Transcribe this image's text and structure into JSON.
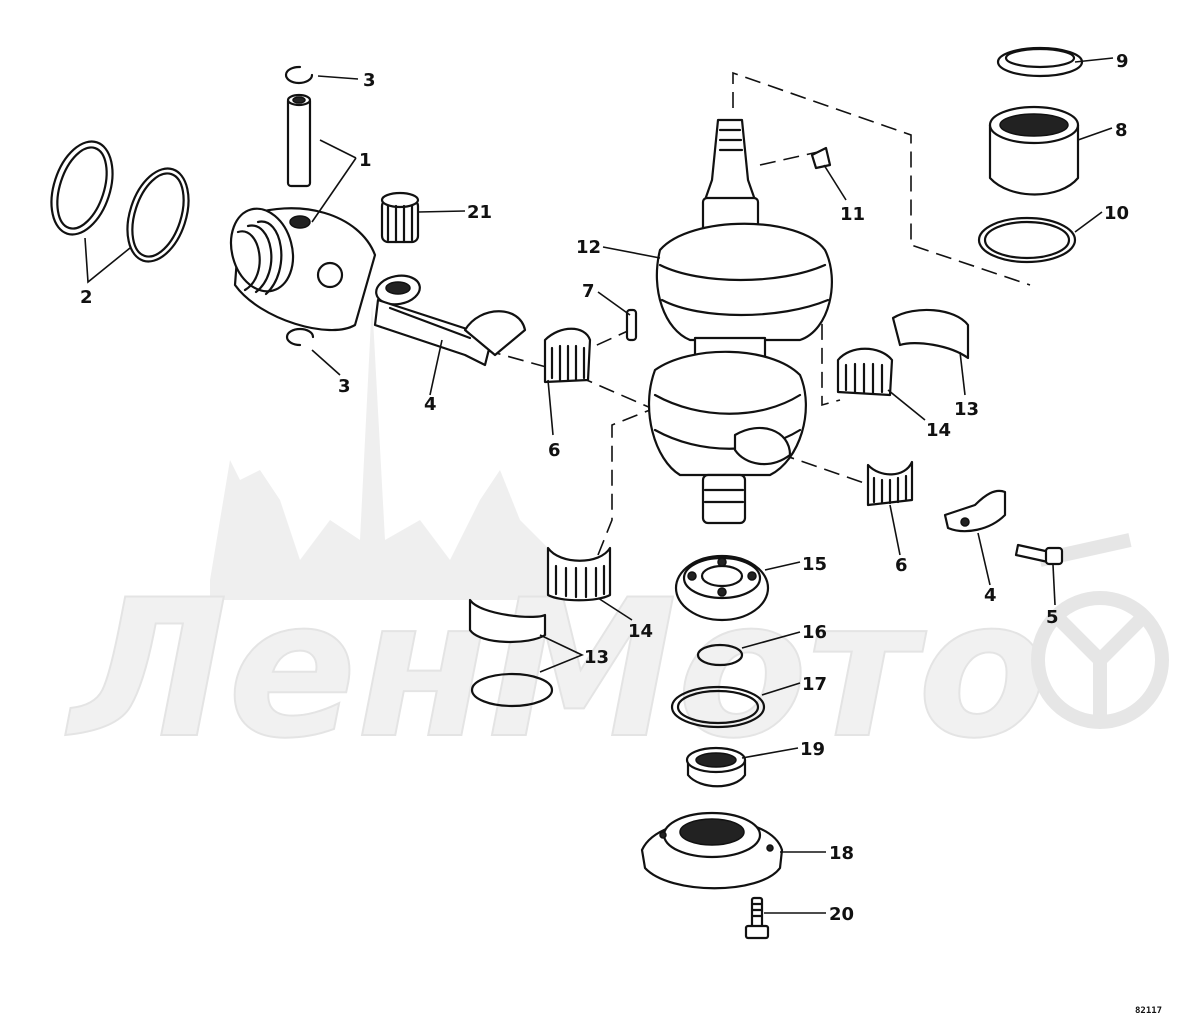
{
  "watermark": {
    "text": "ЛенМото",
    "color": "#e6e6e6"
  },
  "callouts": [
    {
      "id": "c1",
      "label": "1"
    },
    {
      "id": "c2",
      "label": "2"
    },
    {
      "id": "c3a",
      "label": "3"
    },
    {
      "id": "c3b",
      "label": "3"
    },
    {
      "id": "c4a",
      "label": "4"
    },
    {
      "id": "c4b",
      "label": "4"
    },
    {
      "id": "c5",
      "label": "5"
    },
    {
      "id": "c6a",
      "label": "6"
    },
    {
      "id": "c6b",
      "label": "6"
    },
    {
      "id": "c7",
      "label": "7"
    },
    {
      "id": "c8",
      "label": "8"
    },
    {
      "id": "c9",
      "label": "9"
    },
    {
      "id": "c10",
      "label": "10"
    },
    {
      "id": "c11",
      "label": "11"
    },
    {
      "id": "c12",
      "label": "12"
    },
    {
      "id": "c13a",
      "label": "13"
    },
    {
      "id": "c13b",
      "label": "13"
    },
    {
      "id": "c14a",
      "label": "14"
    },
    {
      "id": "c14b",
      "label": "14"
    },
    {
      "id": "c15",
      "label": "15"
    },
    {
      "id": "c16",
      "label": "16"
    },
    {
      "id": "c17",
      "label": "17"
    },
    {
      "id": "c18",
      "label": "18"
    },
    {
      "id": "c19",
      "label": "19"
    },
    {
      "id": "c20",
      "label": "20"
    },
    {
      "id": "c21",
      "label": "21"
    }
  ],
  "drawing_code": "82117"
}
